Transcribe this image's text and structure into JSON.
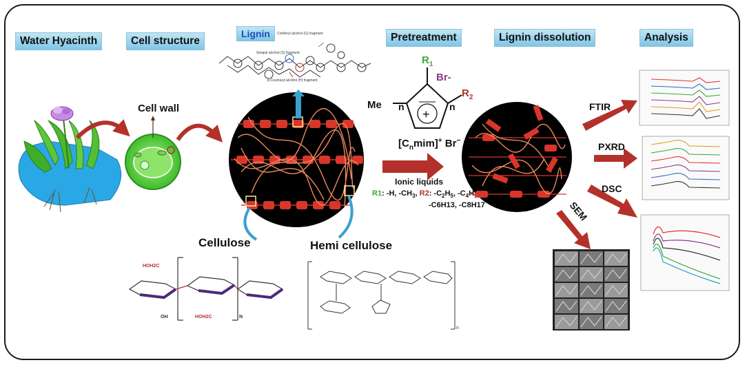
{
  "headers": {
    "water_hyacinth": "Water Hyacinth",
    "cell_structure": "Cell structure",
    "lignin": "Lignin",
    "pretreatment": "Pretreatment",
    "lignin_dissolution": "Lignin dissolution",
    "analysis": "Analysis"
  },
  "labels": {
    "cell_wall": "Cell wall",
    "cellulose": "Cellulose",
    "hemicellulose": "Hemi cellulose",
    "ionic_liquids": "Ionic liquids",
    "il_name_pre": "[C",
    "il_name_sub": "n",
    "il_name_mid": "mim]",
    "il_name_sup": "+",
    "il_name_anion": " Br",
    "il_name_anion_sup": "−",
    "me": "Me",
    "n_left": "n",
    "n_right": "n",
    "plus": "+",
    "r1": "R",
    "r1_sub": "1",
    "r2": "R",
    "r2_sub": "2",
    "br": "Br-",
    "r1_def_label": "R1",
    "r1_def": ": -H, -CH",
    "r1_def_sub": "3",
    "r2_def_label": "R2",
    "r2_def_1": ": -C",
    "r2_def_1_sub": "2",
    "r2_def_2": "H",
    "r2_def_2_sub": "5",
    "r2_def_3": ", -C",
    "r2_def_3_sub": "4",
    "r2_def_4": "H",
    "r2_def_4_sub": "9",
    "r2_def_line2": "-C6H13, -C8H17",
    "ftir": "FTIR",
    "pxrd": "PXRD",
    "dsc": "DSC",
    "sem": "SEM",
    "lignin_frag_g": "Coniferyl alcohol (G) fragment",
    "lignin_frag_s": "Sinapyl alcohol (S) fragment",
    "lignin_frag_h": "p-Coumaryl alcohol (H) fragment",
    "cellulose_hoh2c_top": "HOH2C",
    "cellulose_hoh2c_bot": "HOH2C",
    "cellulose_oh": "OH",
    "cellulose_n": "N",
    "hemi_n": "n"
  },
  "colors": {
    "header_bg": "#8fcfe9",
    "arrow_red": "#b3312a",
    "fiber_red": "#d9362b",
    "fiber_orange": "#f08a5d",
    "r1_green": "#3aa935",
    "r2_red": "#b3312a",
    "br_purple": "#8b3a8b",
    "arrow_blue": "#3aa0d0"
  }
}
